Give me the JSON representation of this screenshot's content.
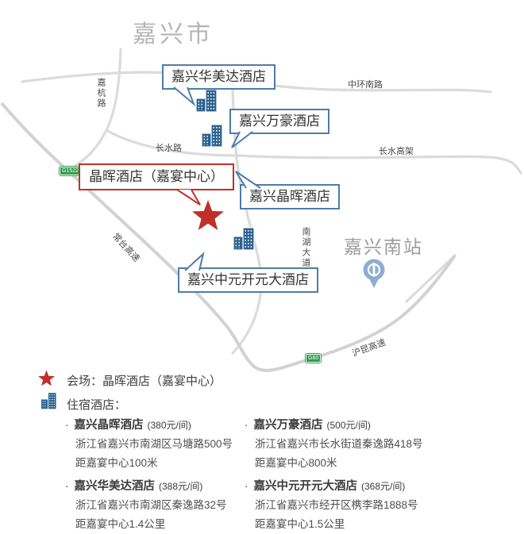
{
  "map": {
    "city_title": "嘉兴市",
    "station_name": "嘉兴南站",
    "venue_label": "晶晖酒店（嘉宴中心）",
    "roads": [
      {
        "name": "中环南路"
      },
      {
        "name": "嘉杭路"
      },
      {
        "name": "长水路"
      },
      {
        "name": "长水高架"
      },
      {
        "name": "南湖大道"
      },
      {
        "name": "常台高速"
      },
      {
        "name": "沪昆高速"
      }
    ],
    "badges": [
      {
        "code": "G1522"
      },
      {
        "code": "G60"
      }
    ],
    "hotel_labels": [
      {
        "name": "嘉兴华美达酒店"
      },
      {
        "name": "嘉兴万豪酒店"
      },
      {
        "name": "嘉兴晶晖酒店"
      },
      {
        "name": "嘉兴中元开元大酒店"
      }
    ]
  },
  "legend": {
    "bullet": "·",
    "venue_label": "会场：晶晖酒店（嘉宴中心）",
    "hotels_heading": "住宿酒店：",
    "hotels": [
      {
        "name": "嘉兴晶晖酒店",
        "price": "(380元/间)",
        "address": "浙江省嘉兴市南湖区马塘路500号",
        "distance": "距嘉宴中心100米"
      },
      {
        "name": "嘉兴万豪酒店",
        "price": "(500元/间)",
        "address": "浙江省嘉兴市长水街道秦逸路418号",
        "distance": "距嘉宴中心800米"
      },
      {
        "name": "嘉兴华美达酒店",
        "price": "(388元/间)",
        "address": "浙江省嘉兴市南湖区秦逸路32号",
        "distance": "距嘉宴中心1.4公里"
      },
      {
        "name": "嘉兴中元开元大酒店",
        "price": "(368元/间)",
        "address": "浙江省嘉兴市经开区槜李路1888号",
        "distance": "距嘉宴中心1.5公里"
      }
    ]
  },
  "colors": {
    "building_blue": "#2b618f",
    "callout_border_blue": "#4e7ca8",
    "venue_red": "#bf3028",
    "road_gray": "#d9d9d9",
    "highway_badge_green": "#2f9e4e",
    "station_pin_blue": "#8fadd1",
    "city_title_gray": "#b5b5b5"
  }
}
